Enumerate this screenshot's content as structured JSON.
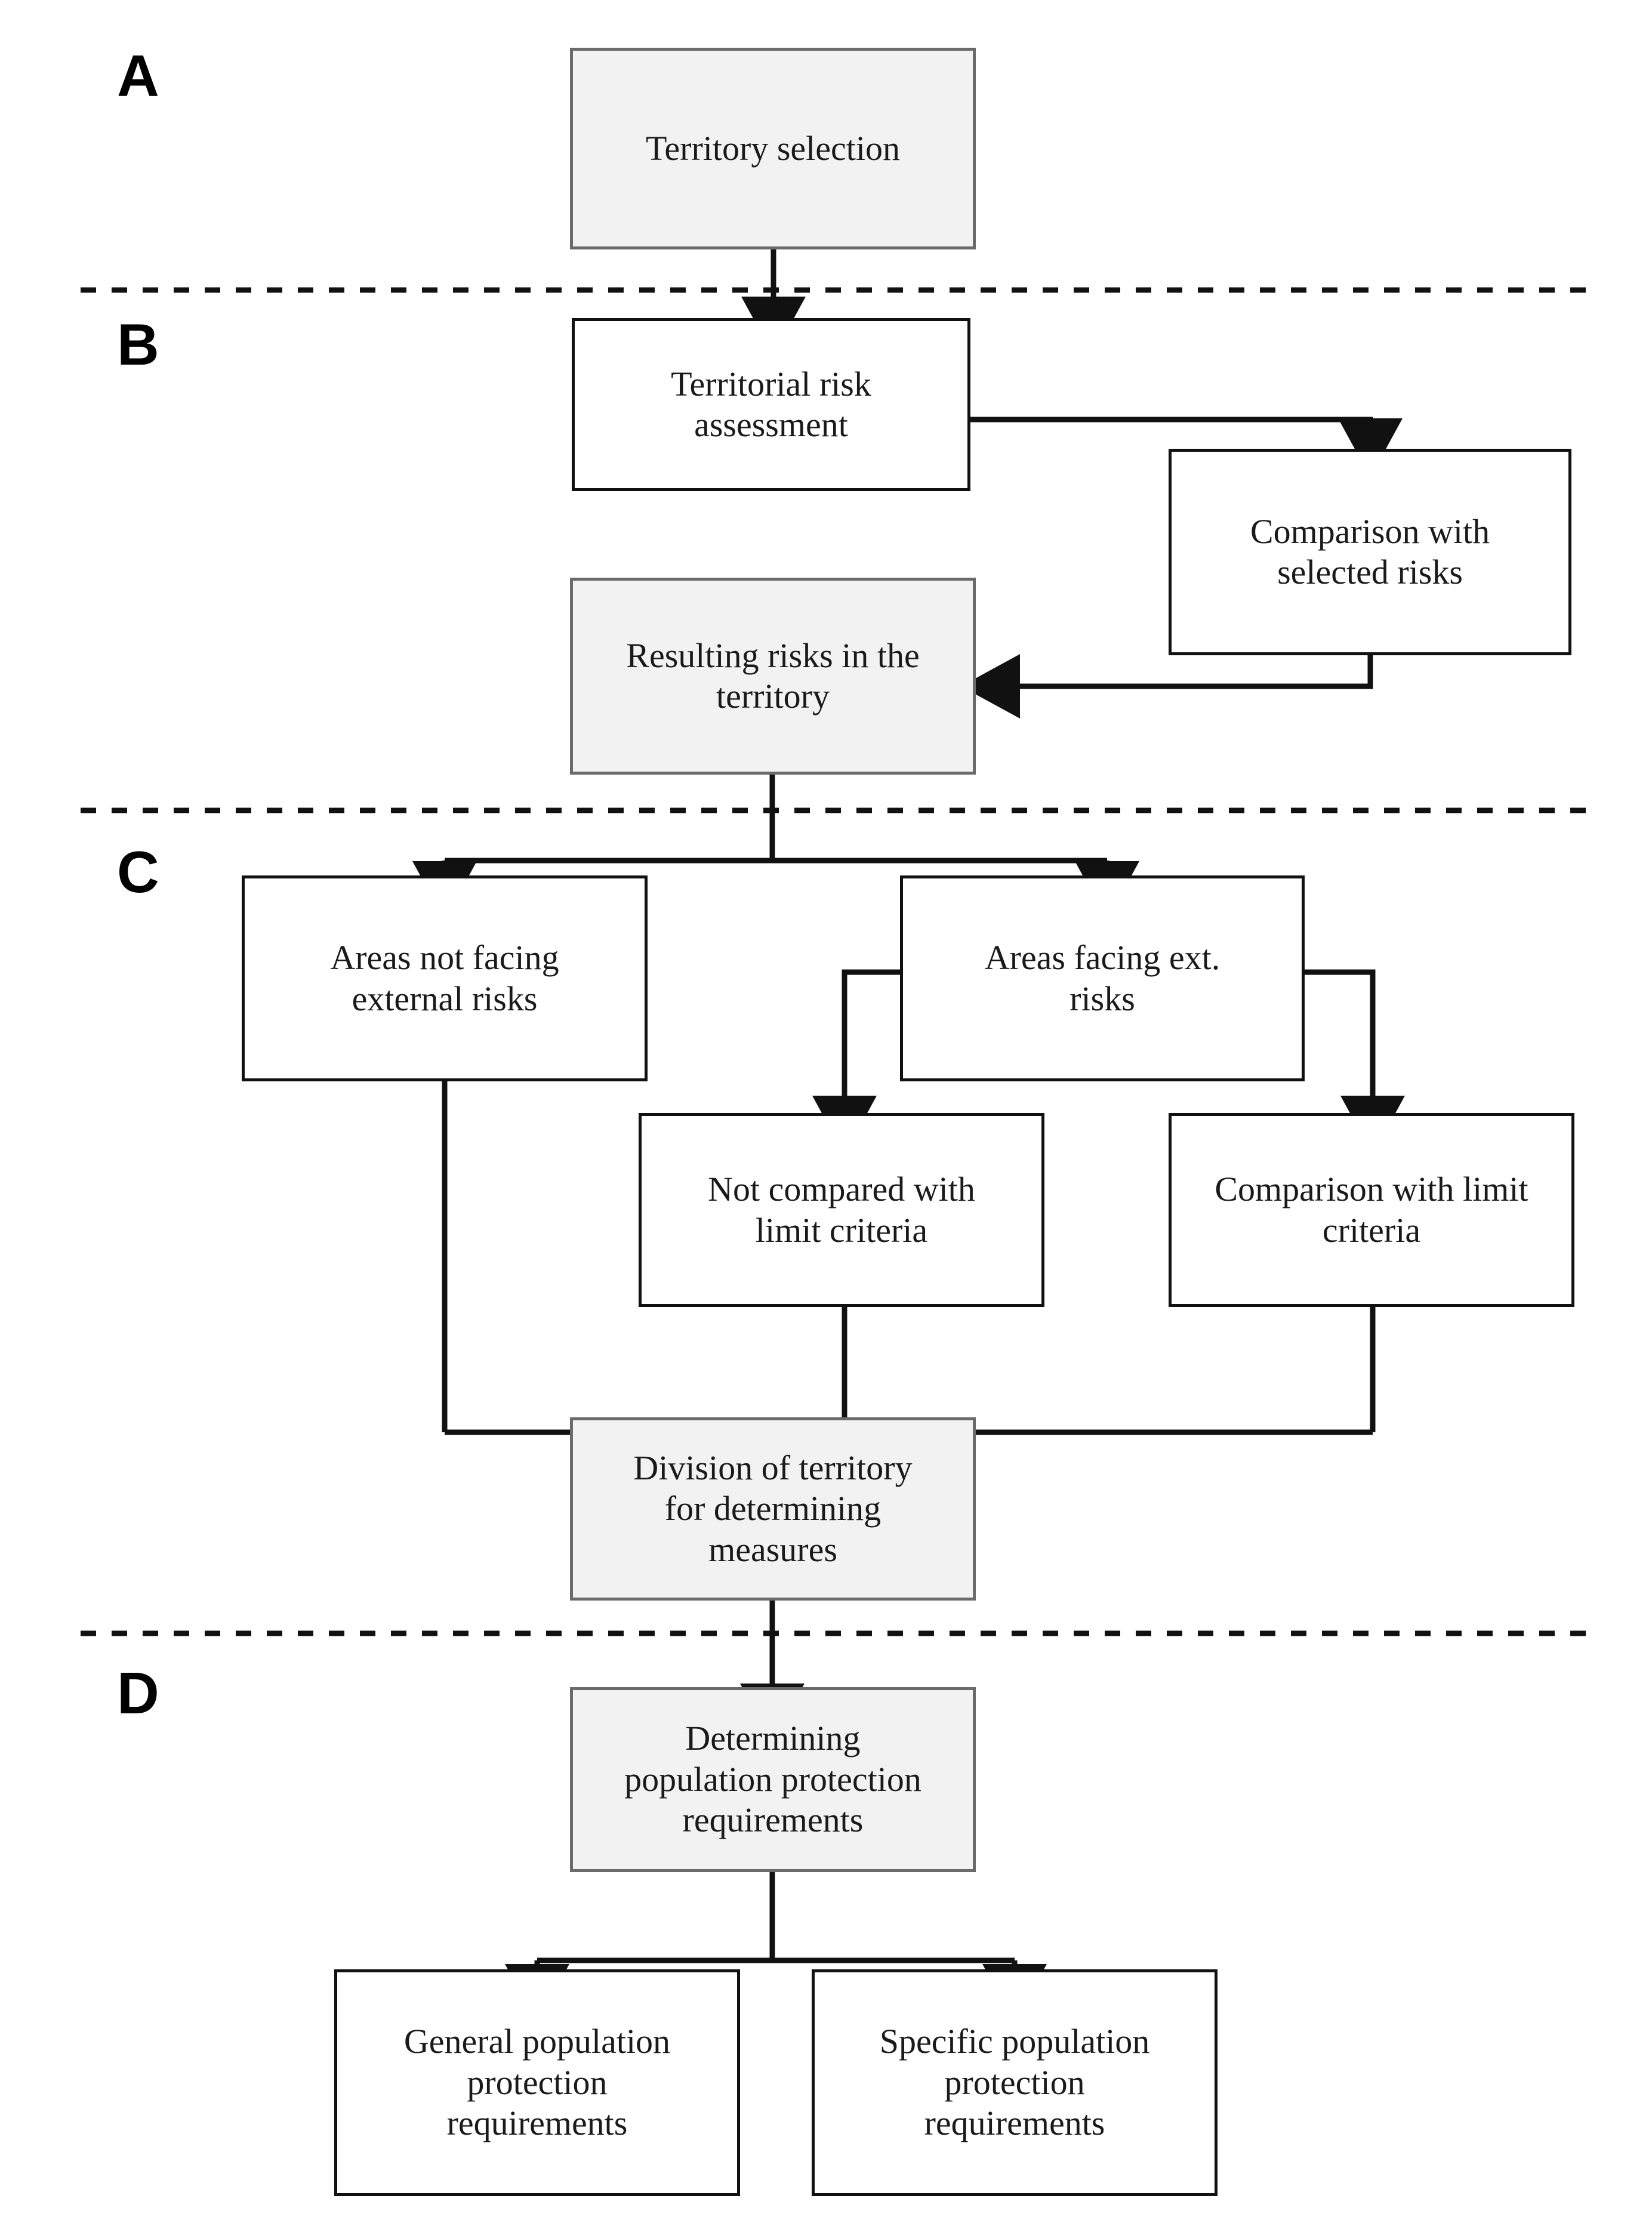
{
  "diagram": {
    "title": "Population protection territorial risk assessment flowchart",
    "colors": {
      "shaded_fill": "#f2f2f2",
      "shaded_border": "#6b6b6b",
      "plain_fill": "#ffffff",
      "plain_border": "#111111",
      "line": "#111111",
      "separator": "#111111",
      "background": "#ffffff"
    },
    "phases": [
      {
        "id": "A",
        "label": "A"
      },
      {
        "id": "B",
        "label": "B"
      },
      {
        "id": "C",
        "label": "C"
      },
      {
        "id": "D",
        "label": "D"
      }
    ],
    "nodes": [
      {
        "id": "territory-selection",
        "label": "Territory selection",
        "style": "shaded",
        "phase": "A"
      },
      {
        "id": "territorial-risk",
        "label": "Territorial risk\nassessment",
        "style": "plain",
        "phase": "B"
      },
      {
        "id": "comparison-selected",
        "label": "Comparison with\nselected risks",
        "style": "plain",
        "phase": "B"
      },
      {
        "id": "resulting-risks",
        "label": "Resulting risks in the\nterritory",
        "style": "shaded",
        "phase": "B"
      },
      {
        "id": "areas-no-ext-risks",
        "label": "Areas not facing\nexternal risks",
        "style": "plain",
        "phase": "C"
      },
      {
        "id": "areas-ext-risks",
        "label": "Areas facing ext.\nrisks",
        "style": "plain",
        "phase": "C"
      },
      {
        "id": "not-compared-limit",
        "label": "Not compared with\nlimit criteria",
        "style": "plain",
        "phase": "C"
      },
      {
        "id": "comparison-limit",
        "label": "Comparison with limit\ncriteria",
        "style": "plain",
        "phase": "C"
      },
      {
        "id": "division-territory",
        "label": "Division of territory\nfor determining\nmeasures",
        "style": "shaded",
        "phase": "C"
      },
      {
        "id": "determining-pop-prot",
        "label": "Determining\npopulation protection\nrequirements",
        "style": "shaded",
        "phase": "D"
      },
      {
        "id": "general-requirements",
        "label": "General population\nprotection\nrequirements",
        "style": "plain",
        "phase": "D"
      },
      {
        "id": "specific-requirements",
        "label": "Specific population\nprotection\nrequirements",
        "style": "plain",
        "phase": "D"
      }
    ],
    "edges": [
      {
        "from": "territory-selection",
        "to": "territorial-risk",
        "arrow": true
      },
      {
        "from": "territorial-risk",
        "to": "comparison-selected",
        "arrow": true
      },
      {
        "from": "comparison-selected",
        "to": "resulting-risks",
        "arrow": true
      },
      {
        "from": "resulting-risks",
        "to": "areas-no-ext-risks",
        "arrow": true
      },
      {
        "from": "resulting-risks",
        "to": "areas-ext-risks",
        "arrow": true
      },
      {
        "from": "areas-ext-risks",
        "to": "not-compared-limit",
        "arrow": true
      },
      {
        "from": "areas-ext-risks",
        "to": "comparison-limit",
        "arrow": true
      },
      {
        "from": "areas-no-ext-risks",
        "to": "division-territory",
        "arrow": true
      },
      {
        "from": "not-compared-limit",
        "to": "division-territory",
        "arrow": true
      },
      {
        "from": "comparison-limit",
        "to": "division-territory",
        "arrow": true
      },
      {
        "from": "division-territory",
        "to": "determining-pop-prot",
        "arrow": true
      },
      {
        "from": "determining-pop-prot",
        "to": "general-requirements",
        "arrow": true
      },
      {
        "from": "determining-pop-prot",
        "to": "specific-requirements",
        "arrow": true
      }
    ],
    "separators": [
      {
        "id": "sep-a-b",
        "between": "A / B"
      },
      {
        "id": "sep-b-c",
        "between": "B / C"
      },
      {
        "id": "sep-c-d",
        "between": "C / D"
      }
    ]
  }
}
